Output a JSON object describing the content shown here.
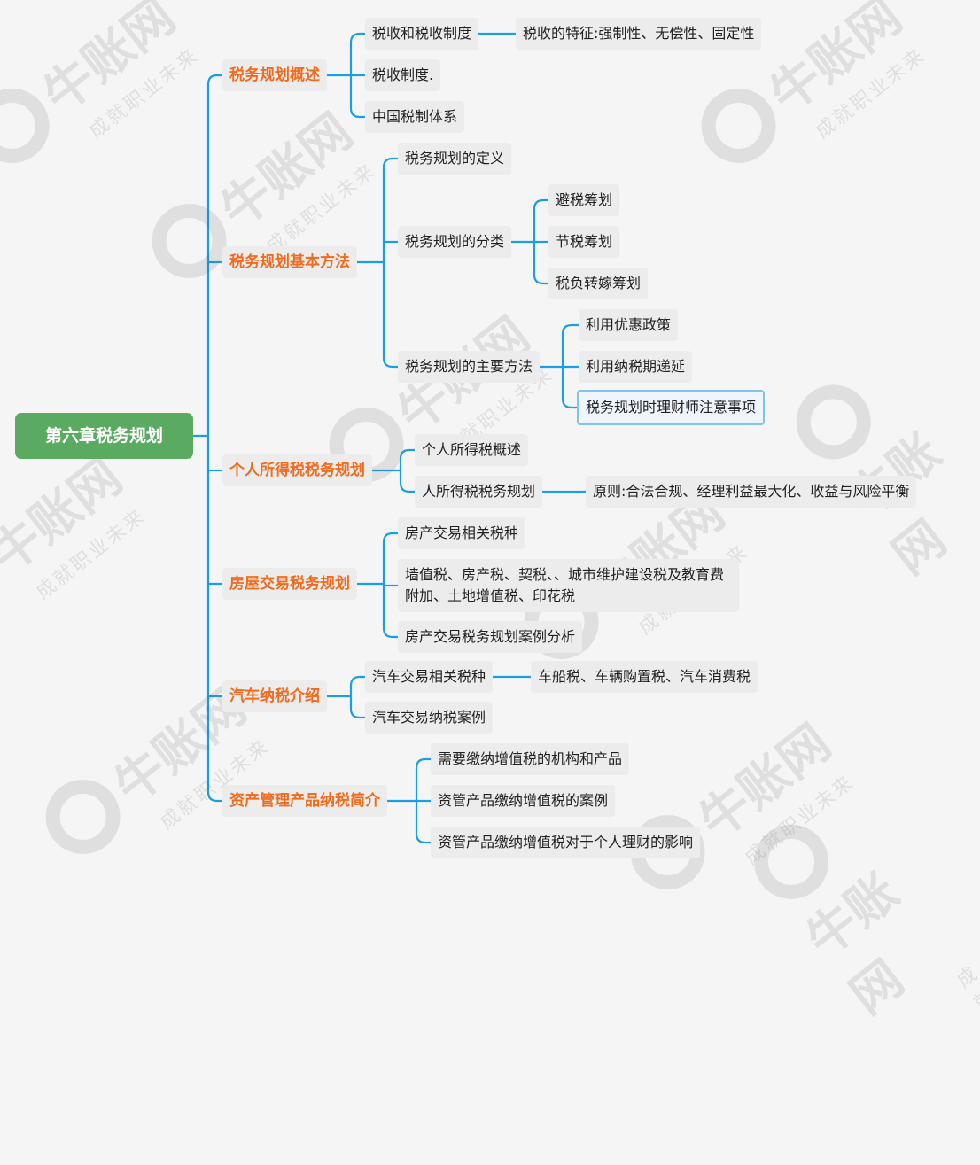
{
  "watermark": {
    "brand": "牛账网",
    "slogan": "成就职业未来"
  },
  "colors": {
    "root": "#5aab61",
    "branch_text": "#f26b1d",
    "link": "#1a9fe3",
    "node": "#ececec"
  },
  "mindmap": {
    "root": "第六章税务规划",
    "branches": [
      {
        "label": "税务规划概述",
        "children": [
          {
            "label": "税收和税收制度",
            "children": [
              {
                "label": "税收的特征:强制性、无偿性、固定性"
              }
            ]
          },
          {
            "label": "税收制度."
          },
          {
            "label": "中国税制体系"
          }
        ]
      },
      {
        "label": "税务规划基本方法",
        "children": [
          {
            "label": "税务规划的定义"
          },
          {
            "label": "税务规划的分类",
            "children": [
              {
                "label": "避税筹划"
              },
              {
                "label": "节税筹划"
              },
              {
                "label": "税负转嫁筹划"
              }
            ]
          },
          {
            "label": "税务规划的主要方法",
            "children": [
              {
                "label": "利用优惠政策"
              },
              {
                "label": "利用纳税期递延"
              },
              {
                "label": "税务规划时理财师注意事项"
              }
            ]
          }
        ]
      },
      {
        "label": "个人所得税税务规划",
        "children": [
          {
            "label": "个人所得税概述"
          },
          {
            "label": "人所得税税务规划",
            "children": [
              {
                "label": "原则:合法合规、经理利益最大化、收益与风险平衡"
              }
            ]
          }
        ]
      },
      {
        "label": "房屋交易税务规划",
        "children": [
          {
            "label": "房产交易相关税种"
          },
          {
            "label": "墙值税、房产税、契税、、城市维护建设税及教育费附加、土地增值税、印花税"
          },
          {
            "label": "房产交易税务规划案例分析"
          }
        ]
      },
      {
        "label": "汽车纳税介绍",
        "children": [
          {
            "label": "汽车交易相关税种",
            "children": [
              {
                "label": "车船税、车辆购置税、汽车消费税"
              }
            ]
          },
          {
            "label": "汽车交易纳税案例"
          }
        ]
      },
      {
        "label": "资产管理产品纳税简介",
        "children": [
          {
            "label": "需要缴纳增值税的机构和产品"
          },
          {
            "label": "资管产品缴纳增值税的案例"
          },
          {
            "label": "资管产品缴纳增值税对于个人理财的影响"
          }
        ]
      }
    ]
  }
}
